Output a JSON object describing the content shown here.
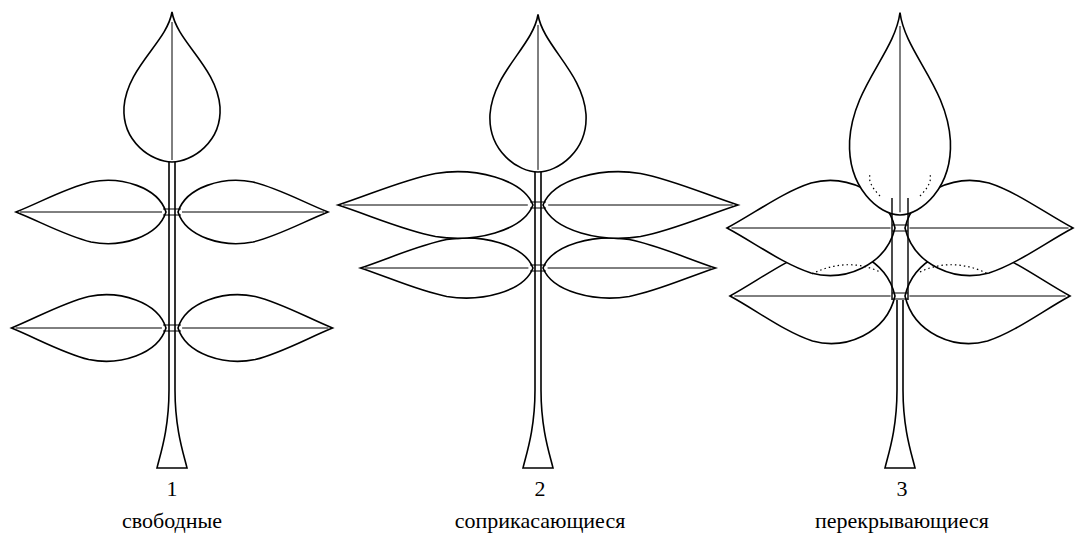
{
  "diagram": {
    "labels": [
      "1",
      "свободные",
      "2",
      "соприкасающиеся",
      "3",
      "перекрывающиеся"
    ]
  }
}
